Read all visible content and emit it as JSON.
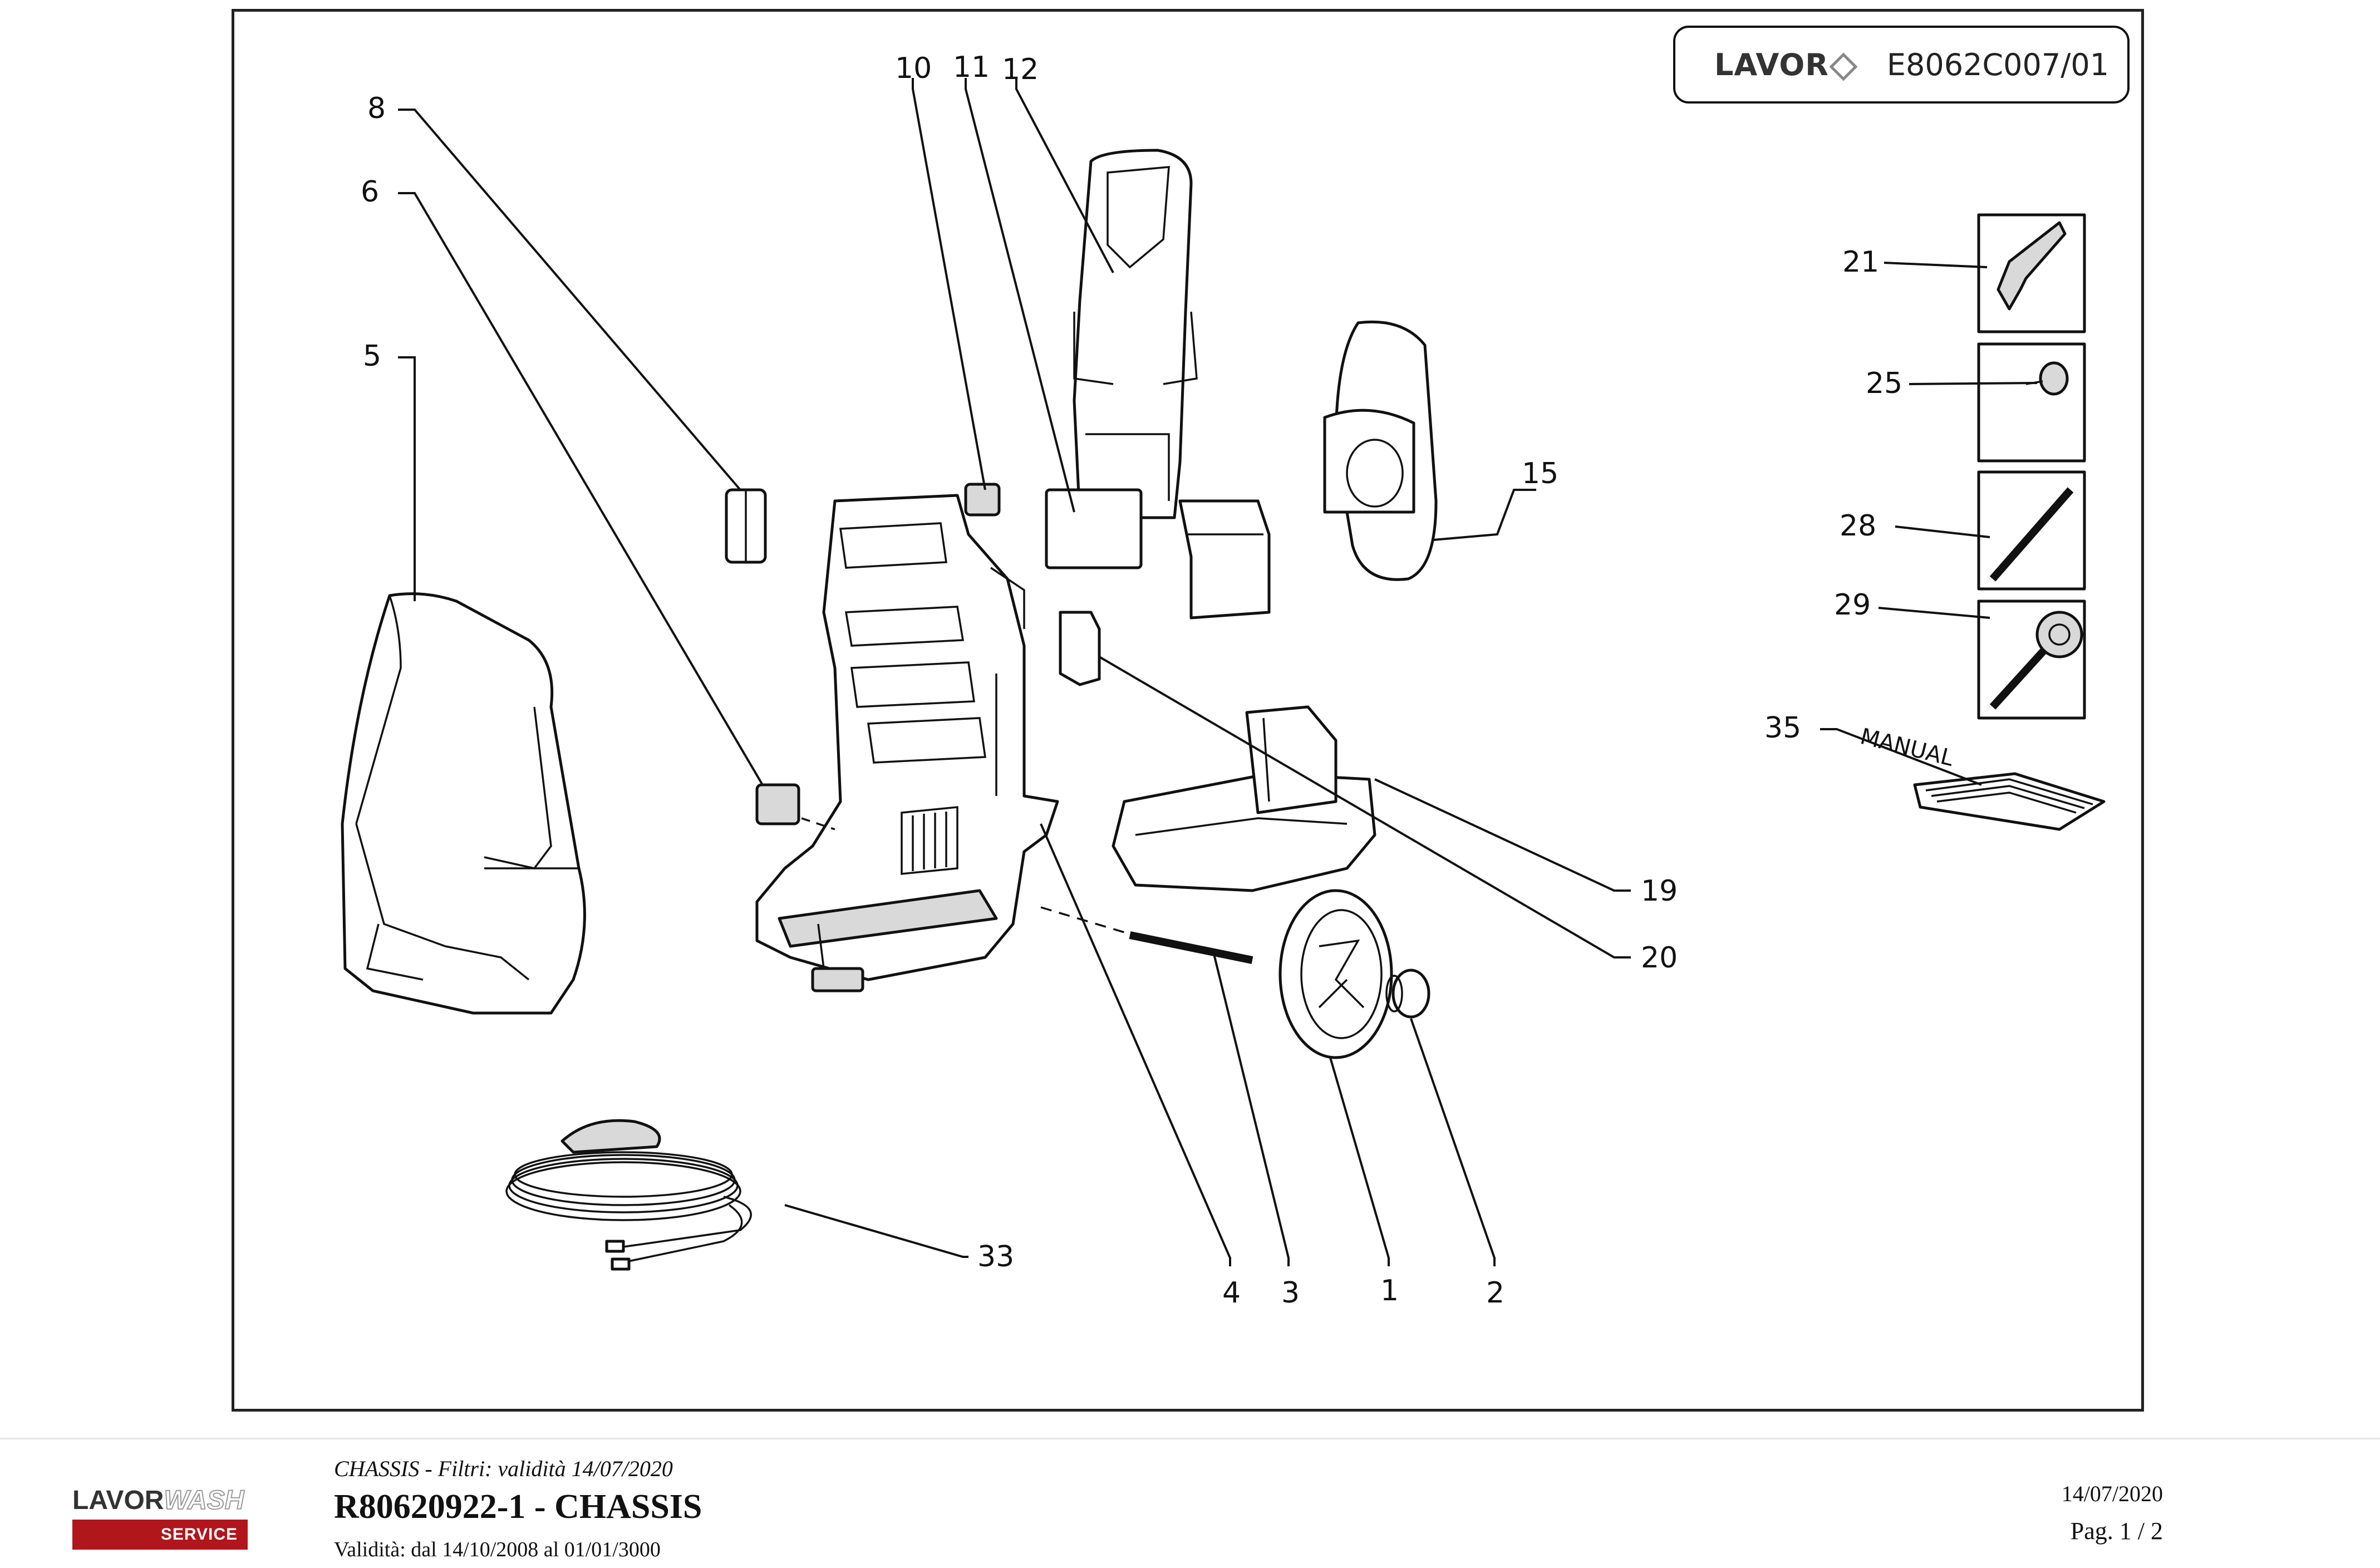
{
  "header": {
    "brand": "LAVOR",
    "code": "E8062C007/01"
  },
  "callouts": {
    "c1": "1",
    "c2": "2",
    "c3": "3",
    "c4": "4",
    "c5": "5",
    "c6": "6",
    "c8": "8",
    "c10": "10",
    "c11": "11",
    "c12": "12",
    "c15": "15",
    "c19": "19",
    "c20": "20",
    "c21": "21",
    "c25": "25",
    "c28": "28",
    "c29": "29",
    "c33": "33",
    "c35": "35"
  },
  "manual_label": "MANUAL",
  "footer": {
    "logo_word": "LAVOR",
    "logo_word2": "WASH",
    "logo_service": "SERVICE",
    "filter_line": "CHASSIS - Filtri: validità 14/07/2020",
    "title": "R80620922-1 - CHASSIS",
    "validity": "Validità: dal 14/10/2008 al 01/01/3000",
    "date": "14/07/2020",
    "page": "Pag. 1 / 2"
  }
}
